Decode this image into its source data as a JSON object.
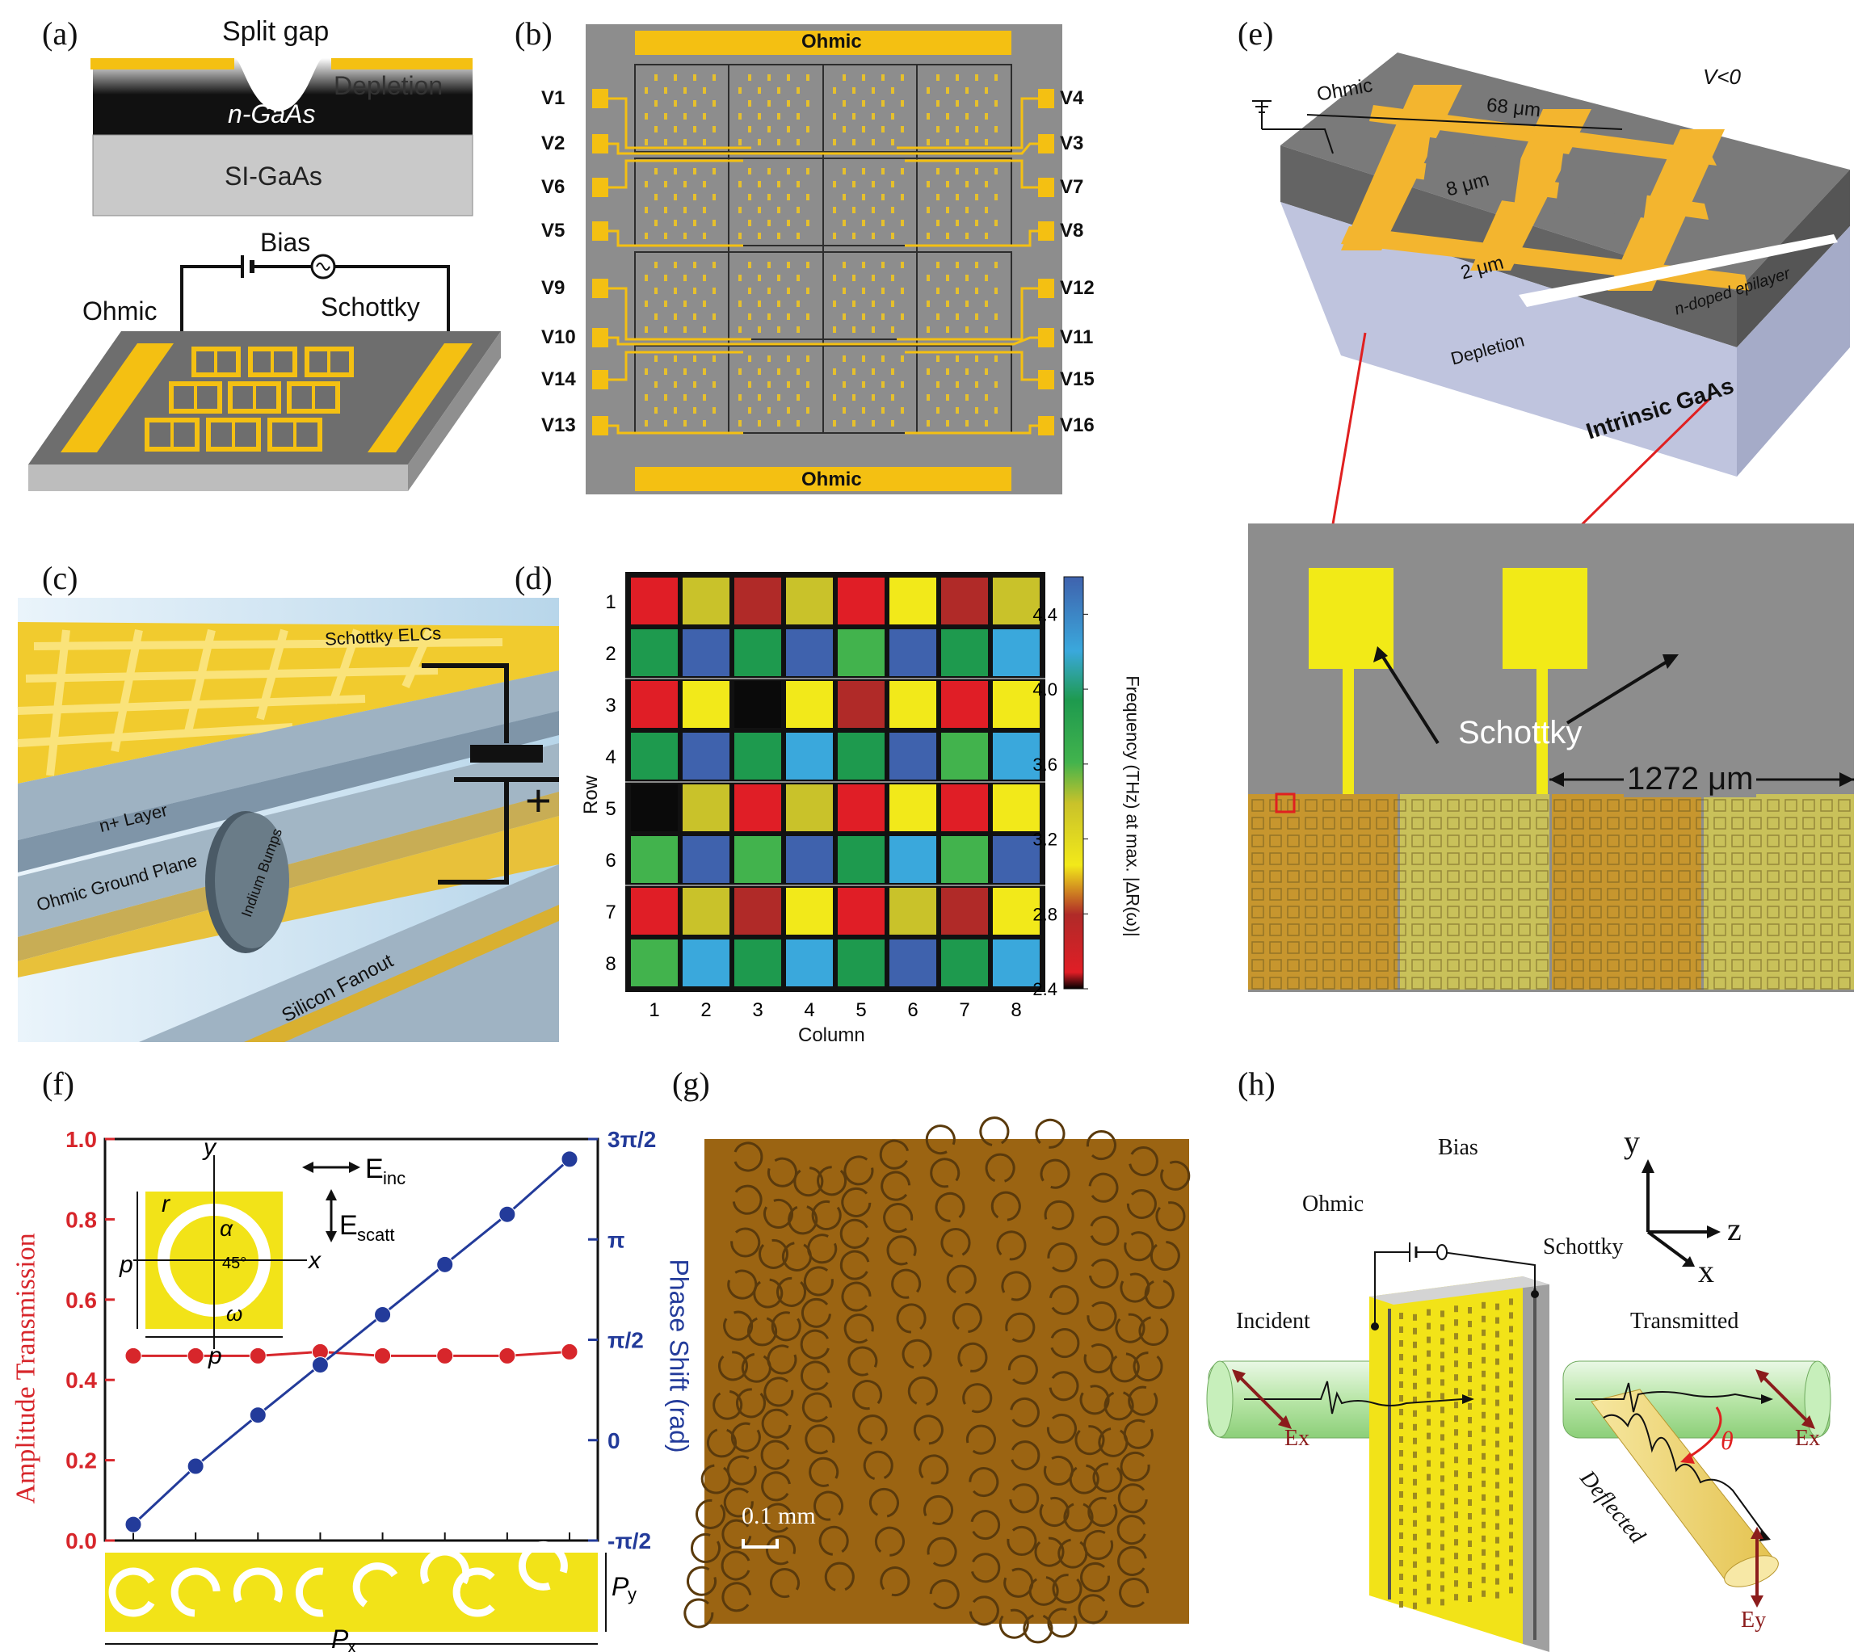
{
  "figure": {
    "panel_labels": [
      "(a)",
      "(b)",
      "(c)",
      "(d)",
      "(e)",
      "(f)",
      "(g)",
      "(h)"
    ]
  },
  "panel_a": {
    "split_gap": "Split gap",
    "depletion": "Depletion",
    "n_gaas": "n-GaAs",
    "si_gaas": "SI-GaAs",
    "bias": "Bias",
    "ohmic": "Ohmic",
    "schottky": "Schottky"
  },
  "panel_b": {
    "ohmic_top": "Ohmic",
    "ohmic_bottom": "Ohmic",
    "left_labels": [
      "V1",
      "V2",
      "V6",
      "V5",
      "V9",
      "V10",
      "V14",
      "V13"
    ],
    "right_labels": [
      "V4",
      "V3",
      "V7",
      "V8",
      "V12",
      "V11",
      "V15",
      "V16"
    ]
  },
  "panel_c": {
    "schottky_elcs": "Schottky ELCs",
    "n_layer": "n+ Layer",
    "ohmic_ground": "Ohmic Ground Plane",
    "indium": "Indium Bumps",
    "silicon": "Silicon Fanout",
    "plus": "+"
  },
  "panel_d": {
    "ylabel": "Row",
    "xlabel": "Column",
    "colorbar_label": "Frequency (THz) at max. |ΔR(ω)|",
    "colorbar_ticks": [
      "4.4",
      "4.0",
      "3.6",
      "3.2",
      "2.8",
      "2.4"
    ]
  },
  "panel_e": {
    "ohmic": "Ohmic",
    "v_neg": "V<0",
    "dim_68": "68 μm",
    "dim_8": "8 μm",
    "dim_2": "2 μm",
    "n_doped": "n-doped epilayer",
    "depletion": "Depletion",
    "intrinsic": "Intrinsic GaAs",
    "schottky": "Schottky",
    "dim_1272": "1272 μm"
  },
  "panel_f": {
    "ylabel_left": "Amplitude Transmission",
    "ylabel_right": "Phase Shift (rad)",
    "e_inc": "E",
    "e_inc_sub": "inc",
    "e_scatt": "E",
    "e_scatt_sub": "scatt",
    "inset_r": "r",
    "inset_p": "p",
    "inset_x": "x",
    "inset_y": "y",
    "inset_alpha": "α",
    "inset_45": "45°",
    "inset_omega": "ω",
    "px": "P",
    "px_sub": "x",
    "py": "P",
    "py_sub": "y"
  },
  "panel_g": {
    "scale_bar": "0.1 mm"
  },
  "panel_h": {
    "bias": "Bias",
    "ohmic": "Ohmic",
    "schottky": "Schottky",
    "incident": "Incident",
    "transmitted": "Transmitted",
    "deflected": "Deflected",
    "ex_left": "Ex",
    "ex_right": "Ex",
    "ey": "Ey",
    "theta": "θ",
    "axis_y": "y",
    "axis_z": "z",
    "axis_x": "x"
  },
  "chart_data": [
    {
      "type": "heatmap",
      "title": "",
      "xlabel": "Column",
      "ylabel": "Row",
      "x": [
        1,
        2,
        3,
        4,
        5,
        6,
        7,
        8
      ],
      "y": [
        1,
        2,
        3,
        4,
        5,
        6,
        7,
        8
      ],
      "colorbar_range": [
        2.4,
        4.6
      ],
      "colors": {
        "R": "#e01e26",
        "Y": "#f2e91a",
        "O": "#c9c22a",
        "D": "#b02a28",
        "G": "#1e9a4e",
        "B": "#3f62ad",
        "L": "#3aa8dc",
        "M": "#42b34d",
        "K": "#0a0a0a"
      },
      "cells": [
        [
          "R",
          "O",
          "D",
          "O",
          "R",
          "Y",
          "D",
          "O"
        ],
        [
          "G",
          "B",
          "G",
          "B",
          "M",
          "B",
          "G",
          "L"
        ],
        [
          "R",
          "Y",
          "K",
          "Y",
          "D",
          "Y",
          "R",
          "Y"
        ],
        [
          "G",
          "B",
          "G",
          "L",
          "G",
          "B",
          "M",
          "L"
        ],
        [
          "K",
          "O",
          "R",
          "O",
          "R",
          "Y",
          "R",
          "Y"
        ],
        [
          "M",
          "B",
          "M",
          "B",
          "G",
          "L",
          "M",
          "B"
        ],
        [
          "R",
          "O",
          "D",
          "Y",
          "R",
          "O",
          "D",
          "Y"
        ],
        [
          "M",
          "L",
          "G",
          "L",
          "G",
          "B",
          "G",
          "L"
        ]
      ]
    },
    {
      "type": "line",
      "title": "",
      "xlabel": "",
      "ylabel": "Amplitude Transmission",
      "y2label": "Phase Shift (rad)",
      "x": [
        1,
        2,
        3,
        4,
        5,
        6,
        7,
        8
      ],
      "ylim": [
        0.0,
        1.0
      ],
      "y2lim": [
        -0.5,
        1.5
      ],
      "y2_unit": "pi rad",
      "left_ticks": [
        "0.0",
        "0.2",
        "0.4",
        "0.6",
        "0.8",
        "1.0"
      ],
      "right_ticks": [
        "-π/2",
        "0",
        "π/2",
        "π",
        "3π/2"
      ],
      "series": [
        {
          "axis": "left",
          "color": "#d7262b",
          "values": [
            0.46,
            0.46,
            0.46,
            0.47,
            0.46,
            0.46,
            0.46,
            0.47
          ]
        },
        {
          "axis": "right",
          "color": "#233b9a",
          "values": [
            -0.42,
            -0.13,
            0.125,
            0.375,
            0.625,
            0.875,
            1.125,
            1.4
          ]
        }
      ]
    }
  ]
}
